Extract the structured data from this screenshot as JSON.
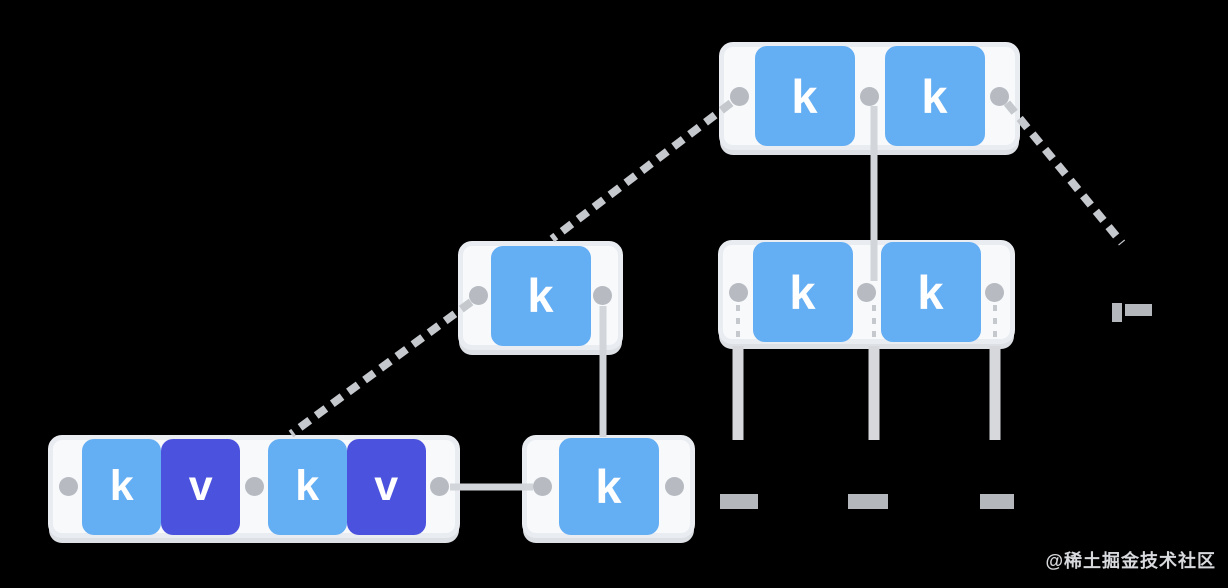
{
  "diagram": {
    "nodes": [
      {
        "id": "root",
        "cells": [
          {
            "label": "k",
            "kind": "key"
          },
          {
            "label": "k",
            "kind": "key"
          }
        ]
      },
      {
        "id": "internal-left",
        "cells": [
          {
            "label": "k",
            "kind": "key"
          }
        ]
      },
      {
        "id": "internal-right",
        "cells": [
          {
            "label": "k",
            "kind": "key"
          },
          {
            "label": "k",
            "kind": "key"
          }
        ]
      },
      {
        "id": "leaf-left",
        "cells": [
          {
            "label": "k",
            "kind": "key"
          },
          {
            "label": "v",
            "kind": "value"
          },
          {
            "label": "k",
            "kind": "key"
          },
          {
            "label": "v",
            "kind": "value"
          }
        ]
      },
      {
        "id": "leaf-middle",
        "cells": [
          {
            "label": "k",
            "kind": "key"
          }
        ]
      }
    ],
    "colors": {
      "key_fill": "#64aef3",
      "value_fill": "#4b52de",
      "node_bg": "#f7f9fb",
      "node_edge": "#e9ecf0",
      "node_shadow": "#dde0e5",
      "dot": "#b7bbc1",
      "line_solid": "#d2d5d9",
      "line_dashed": "#c5c8cd",
      "leg": "#d6d8dc",
      "truncation_mark": "#b4b7bc",
      "watermark_color": "#d7d9dc"
    }
  },
  "watermark": {
    "text": "@稀土掘金技术社区"
  }
}
